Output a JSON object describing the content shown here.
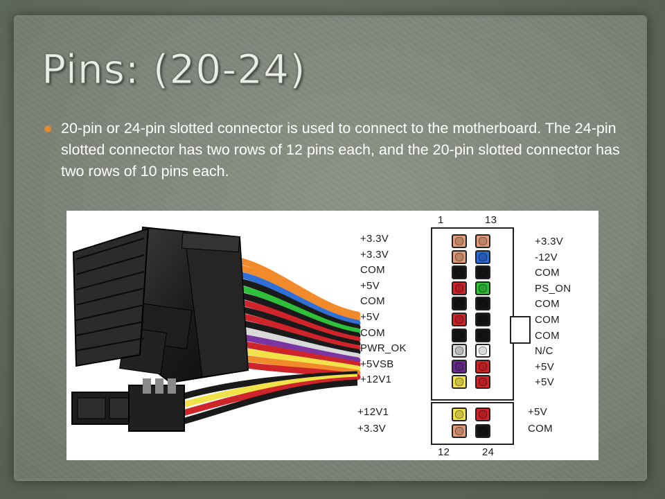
{
  "slide": {
    "title": "Pins: (20-24)",
    "bullet": "20-pin or 24-pin slotted connector is used to connect to the motherboard. The 24-pin slotted connector has two rows of 12 pins each, and the 20-pin slotted connector has two rows of 10 pins each."
  },
  "diagram": {
    "top_numbers": [
      "1",
      "13"
    ],
    "bottom_numbers": [
      "12",
      "24"
    ],
    "left_labels": [
      "+3.3V",
      "+3.3V",
      "COM",
      "+5V",
      "COM",
      "+5V",
      "COM",
      "PWR_OK",
      "+5VSB",
      "+12V1"
    ],
    "right_labels": [
      "+3.3V",
      "-12V",
      "COM",
      "PS_ON",
      "COM",
      "COM",
      "COM",
      "N/C",
      "+5V",
      "+5V"
    ],
    "left_labels_ext": [
      "+12V1",
      "+3.3V"
    ],
    "right_labels_ext": [
      "+5V",
      "COM"
    ],
    "pin_colors_left": [
      "#e09a7a",
      "#e09a7a",
      "#151515",
      "#d0242b",
      "#151515",
      "#d0242b",
      "#151515",
      "#d9d9d9",
      "#6a2c8c",
      "#f2e24a"
    ],
    "pin_colors_right": [
      "#e09a7a",
      "#2b6ad0",
      "#151515",
      "#2fbf3a",
      "#151515",
      "#151515",
      "#151515",
      "#ffffff",
      "#d0242b",
      "#d0242b"
    ],
    "pin_colors_left_ext": [
      "#f2e24a",
      "#e09a7a"
    ],
    "pin_colors_right_ext": [
      "#d0242b",
      "#151515"
    ],
    "wire_colors": [
      "#f08a2a",
      "#f08a2a",
      "#2f6fd6",
      "#1a1a1a",
      "#2fbf3a",
      "#1a1a1a",
      "#d0242b",
      "#1a1a1a",
      "#d0242b",
      "#1a1a1a",
      "#d9d9d9",
      "#7a35a0",
      "#d0242b",
      "#f2e24a",
      "#f08a2a",
      "#d0242b"
    ]
  },
  "theme": {
    "accent": "#e0892e",
    "text": "#ffffff"
  }
}
